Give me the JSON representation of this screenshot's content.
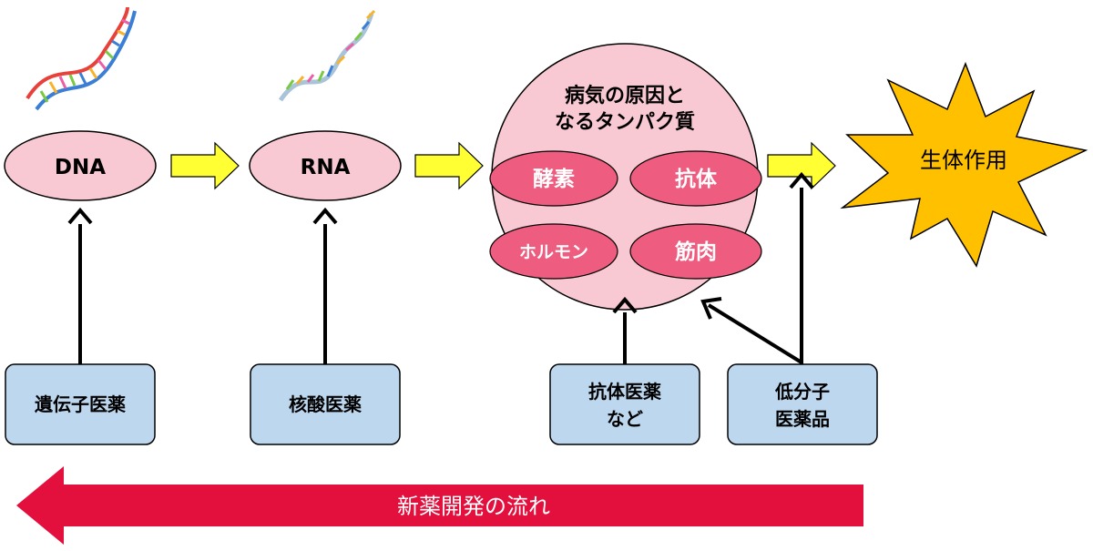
{
  "nodes": {
    "dna": "DNA",
    "rna": "RNA",
    "protein_title_line1": "病気の原因と",
    "protein_title_line2": "なるタンパク質",
    "enzyme": "酵素",
    "antibody": "抗体",
    "hormone": "ホルモン",
    "muscle": "筋肉",
    "effect": "生体作用"
  },
  "drugs": {
    "gene": "遺伝子医薬",
    "nucleic": "核酸医薬",
    "antibody_line1": "抗体医薬",
    "antibody_line2": "など",
    "small_line1": "低分子",
    "small_line2": "医薬品"
  },
  "flow_label": "新薬開発の流れ",
  "colors": {
    "pink_light": "#f9c9d3",
    "pink_dark": "#ee5c7f",
    "yellow_arrow": "#ffff33",
    "star": "#ffc000",
    "drug_box": "#bdd7ee",
    "flow_arrow": "#e3103d"
  }
}
